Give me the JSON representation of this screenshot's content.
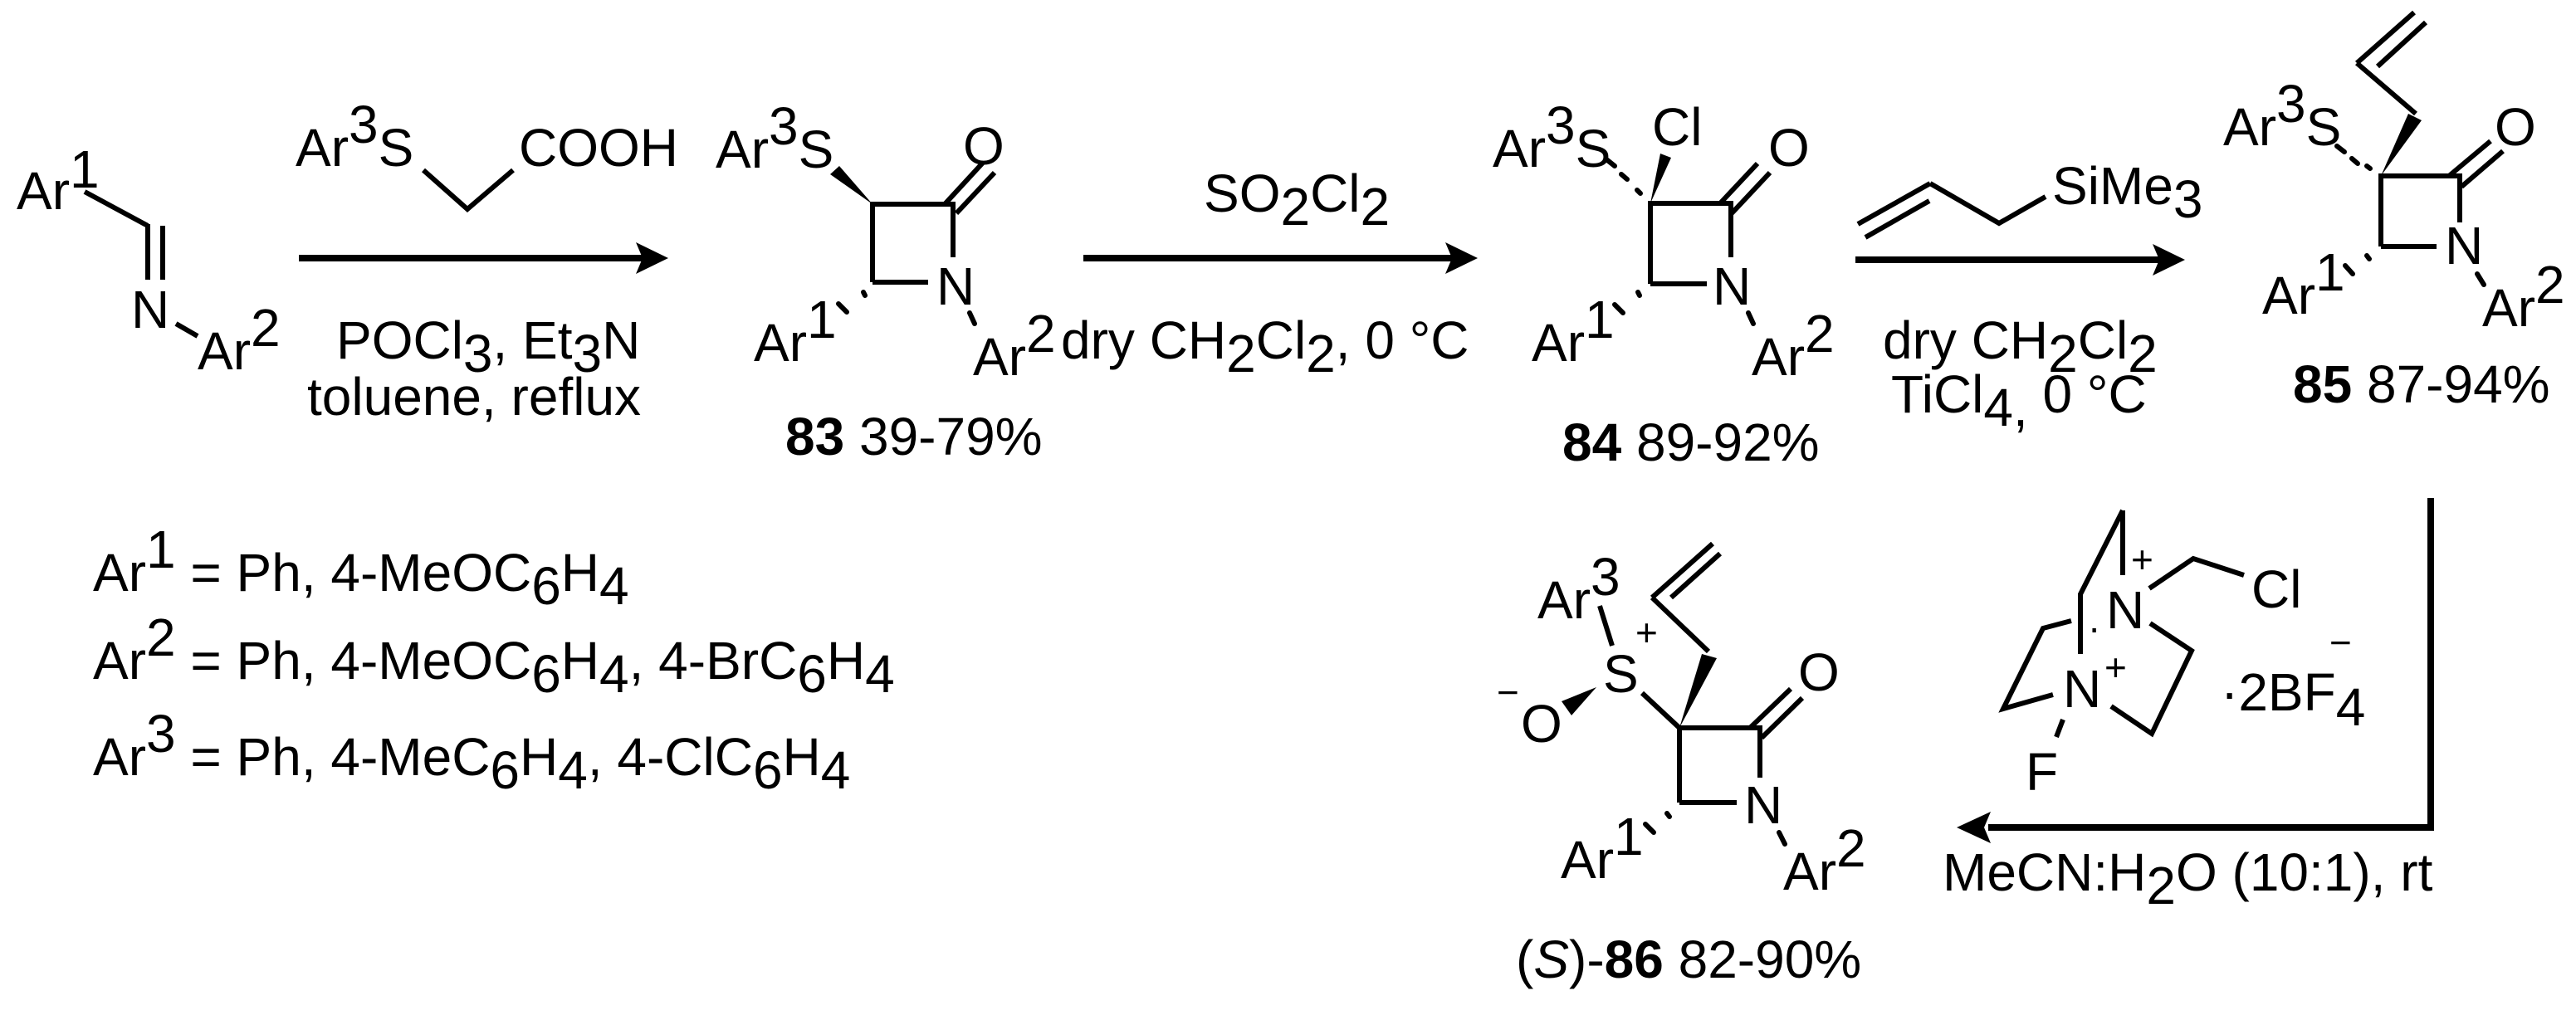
{
  "scheme": {
    "colors": {
      "ink": "#000000",
      "background": "#ffffff"
    },
    "imine": {
      "ar1": {
        "base": "Ar",
        "sup": "1"
      },
      "n": "N",
      "ar2": {
        "base": "Ar",
        "sup": "2"
      }
    },
    "step1": {
      "reagent": {
        "ar": "Ar",
        "sup": "3",
        "s": "S",
        "acid": "COOH"
      },
      "conditions_line1": {
        "a": "POCl",
        "a_sub": "3",
        "b": ", Et",
        "b_sub": "3",
        "c": "N"
      },
      "conditions_line2": "toluene, reflux"
    },
    "compound83": {
      "ar3s": {
        "base": "Ar",
        "sup": "3",
        "tail": "S"
      },
      "o": "O",
      "n": "N",
      "ar1": {
        "base": "Ar",
        "sup": "1"
      },
      "ar2": {
        "base": "Ar",
        "sup": "2"
      },
      "label": {
        "number": "83",
        "yield": " 39-79%"
      }
    },
    "step2": {
      "reagent": {
        "a": "SO",
        "a_sub": "2",
        "b": "Cl",
        "b_sub": "2"
      },
      "conditions": {
        "a": "dry CH",
        "a_sub": "2",
        "b": "Cl",
        "b_sub": "2",
        "c": ", 0 °C"
      }
    },
    "compound84": {
      "ar3s": {
        "base": "Ar",
        "sup": "3",
        "tail": "S"
      },
      "cl": "Cl",
      "o": "O",
      "n": "N",
      "ar1": {
        "base": "Ar",
        "sup": "1"
      },
      "ar2": {
        "base": "Ar",
        "sup": "2"
      },
      "label": {
        "number": "84",
        "yield": " 89-92%"
      }
    },
    "step3": {
      "reagent": {
        "a": "SiMe",
        "a_sub": "3"
      },
      "conditions_line1": {
        "a": "dry CH",
        "a_sub": "2",
        "b": "Cl",
        "b_sub": "2"
      },
      "conditions_line2": {
        "a": "TiCl",
        "a_sub": "4,",
        "b": " 0 °C"
      }
    },
    "compound85": {
      "ar3s": {
        "base": "Ar",
        "sup": "3",
        "tail": "S"
      },
      "o": "O",
      "n": "N",
      "ar1": {
        "base": "Ar",
        "sup": "1"
      },
      "ar2": {
        "base": "Ar",
        "sup": "2"
      },
      "label": {
        "number": "85",
        "yield": " 87-94%"
      }
    },
    "step4": {
      "reagent": {
        "n_top": "N",
        "n_top_charge": "+",
        "dot": "·",
        "n_bottom": "N",
        "n_bottom_charge": "+",
        "f": "F",
        "cl": "Cl",
        "counterion": {
          "a": "·2BF",
          "a_sub": "4",
          "charge": "−"
        }
      },
      "conditions": {
        "a": "MeCN:H",
        "a_sub": "2",
        "b": "O (10:1), rt"
      }
    },
    "compound86": {
      "ar3": {
        "base": "Ar",
        "sup": "3"
      },
      "s": "S",
      "s_charge": "+",
      "o_minus": {
        "o": "O",
        "charge": "−"
      },
      "o": "O",
      "n": "N",
      "ar1": {
        "base": "Ar",
        "sup": "1"
      },
      "ar2": {
        "base": "Ar",
        "sup": "2"
      },
      "label": {
        "prefix_open": "(",
        "stereo": "S",
        "prefix_close": ")-",
        "number": "86",
        "yield": " 82-90%"
      }
    },
    "substituents": [
      {
        "base": "Ar",
        "sup": "1",
        "text": " = Ph, 4-MeOC",
        "s1": "6",
        "t2": "H",
        "s2": "4",
        "t3": "",
        "s3": "",
        "t4": "",
        "s4": ""
      },
      {
        "base": "Ar",
        "sup": "2",
        "text": " = Ph, 4-MeOC",
        "s1": "6",
        "t2": "H",
        "s2": "4",
        "t3": ", 4-BrC",
        "s3": "6",
        "t4": "H",
        "s4": "4"
      },
      {
        "base": "Ar",
        "sup": "3",
        "text": " = Ph, 4-MeC",
        "s1": "6",
        "t2": "H",
        "s2": "4",
        "t3": ", 4-ClC",
        "s3": "6",
        "t4": "H",
        "s4": "4"
      }
    ]
  }
}
